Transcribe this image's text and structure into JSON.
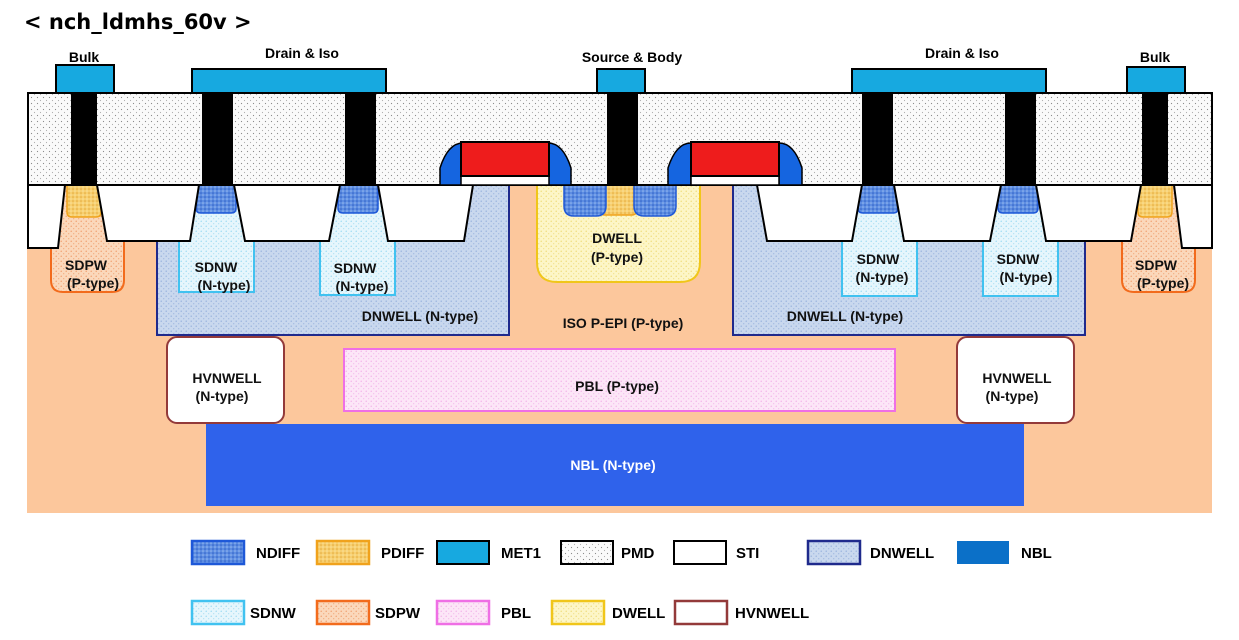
{
  "title": "< nch_ldmhs_60v >",
  "terminals": {
    "bulk_left": "Bulk",
    "drain_iso_left": "Drain & Iso",
    "source_body": "Source & Body",
    "drain_iso_right": "Drain & Iso",
    "bulk_right": "Bulk"
  },
  "regions": {
    "sdpw_left": [
      "SDPW",
      "(P-type)"
    ],
    "sdnw_1": [
      "SDNW",
      "(N-type)"
    ],
    "sdnw_2": [
      "SDNW",
      "(N-type)"
    ],
    "dwell": [
      "DWELL",
      "(P-type)"
    ],
    "sdnw_3": [
      "SDNW",
      "(N-type)"
    ],
    "sdnw_4": [
      "SDNW",
      "(N-type)"
    ],
    "sdpw_right": [
      "SDPW",
      "(P-type)"
    ],
    "dnwell_left": "DNWELL (N-type)",
    "iso_pepi": "ISO P-EPI (P-type)",
    "dnwell_right": "DNWELL (N-type)",
    "hvnwell_left": [
      "HVNWELL",
      "(N-type)"
    ],
    "pbl": "PBL (P-type)",
    "hvnwell_right": [
      "HVNWELL",
      "(N-type)"
    ],
    "nbl": "NBL (N-type)"
  },
  "legend": [
    {
      "label": "NDIFF",
      "pattern": "ndiff"
    },
    {
      "label": "PDIFF",
      "pattern": "pdiff"
    },
    {
      "label": "MET1",
      "pattern": "met1"
    },
    {
      "label": "PMD",
      "pattern": "pmd"
    },
    {
      "label": "STI",
      "pattern": "sti"
    },
    {
      "label": "DNWELL",
      "pattern": "dnwell"
    },
    {
      "label": "NBL",
      "pattern": "nbl"
    },
    {
      "label": "SDNW",
      "pattern": "sdnw"
    },
    {
      "label": "SDPW",
      "pattern": "sdpw"
    },
    {
      "label": "PBL",
      "pattern": "pbl"
    },
    {
      "label": "DWELL",
      "pattern": "dwell"
    },
    {
      "label": "HVNWELL",
      "pattern": "hvnwell"
    }
  ],
  "colors": {
    "substrate": "#fcc79c",
    "met1": "#17a9e0",
    "nbl": "#2f62eb",
    "nbl_legend": "#0b70c8",
    "gate": "#ee1c1c",
    "spacer": "#1565e0",
    "dnwell_border": "#1f2a8c",
    "sdnw_border": "#41c2f0",
    "sdpw_border": "#f26b1c",
    "pbl_border": "#ef6fe5",
    "dwell_border": "#f0c61a",
    "hvnwell_border": "#933a3a",
    "ndiff_border": "#1e58d8",
    "pdiff_border": "#f0a21c"
  }
}
